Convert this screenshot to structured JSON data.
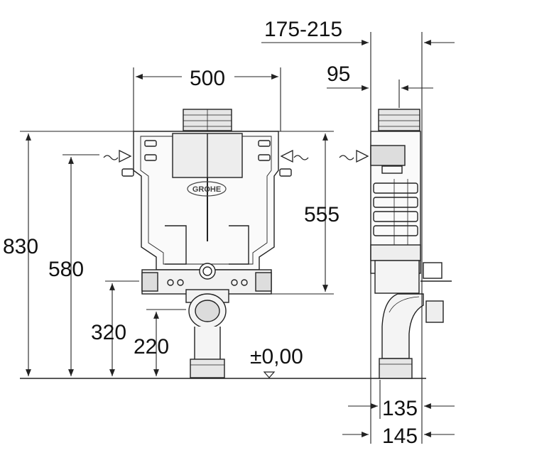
{
  "dimensions": {
    "total_height": "830",
    "inlet_height": "580",
    "outlet_height": "320",
    "floor_outlet": "220",
    "frame_width": "500",
    "frame_depth_range": "175-215",
    "top_offset": "95",
    "frame_height": "555",
    "floor_level": "±0,00",
    "depth_min": "135",
    "depth_max": "145"
  },
  "brand": {
    "logo_text": "GROHE"
  },
  "colors": {
    "line": "#222222",
    "shade": "#cccccc",
    "light": "#e6e6e6"
  },
  "icons": [
    "water-inlet-arrow-icon",
    "floor-marker-icon",
    "dimension-arrow-icon"
  ]
}
